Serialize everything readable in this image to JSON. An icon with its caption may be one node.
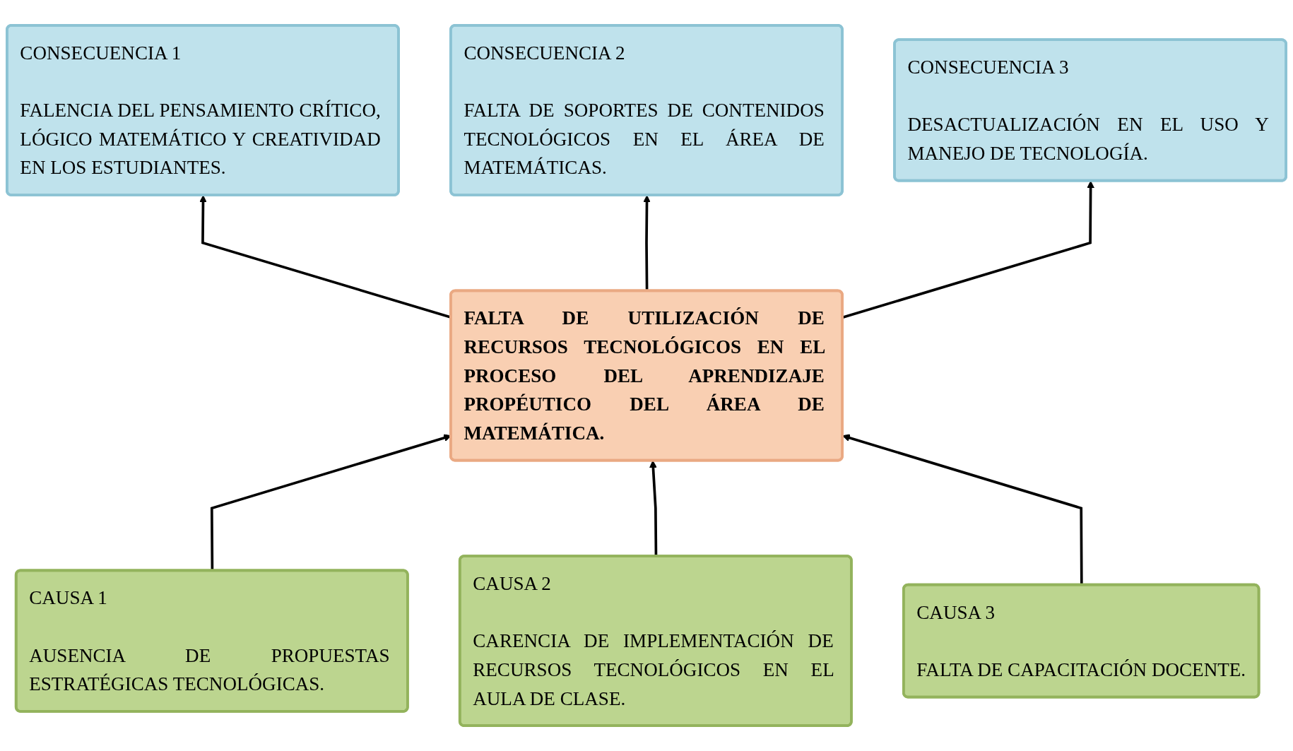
{
  "diagram": {
    "nodes": [
      {
        "text": [
          "CONSECUENCIA 1",
          "FALENCIA DEL PENSAMIENTO CRÍTICO, LÓGICO MATEMÁTICO Y CREATIVIDAD EN LOS ESTUDIANTES."
        ]
      },
      {
        "text": [
          "CONSECUENCIA 2",
          "FALTA DE SOPORTES DE CONTENIDOS TECNOLÓGICOS EN EL ÁREA DE MATEMÁTICAS."
        ]
      },
      {
        "text": [
          "CONSECUENCIA 3",
          "DESACTUALIZACIÓN EN EL USO Y MANEJO DE TECNOLOGÍA."
        ]
      },
      {
        "text": [
          "FALTA DE UTILIZACIÓN DE RECURSOS TECNOLÓGICOS EN EL PROCESO DEL APRENDIZAJE PROPÉUTICO DEL ÁREA DE MATEMÁTICA."
        ]
      },
      {
        "text": [
          "CAUSA 1",
          "AUSENCIA DE PROPUESTAS ESTRATÉGICAS TECNOLÓGICAS."
        ]
      },
      {
        "text": [
          "CAUSA 2",
          "CARENCIA DE IMPLEMENTACIÓN DE RECURSOS TECNOLÓGICOS EN EL AULA DE CLASE."
        ]
      },
      {
        "text": [
          "CAUSA 3",
          "FALTA DE CAPACITACIÓN DOCENTE."
        ]
      }
    ],
    "edges": [
      {
        "from": 3,
        "to": 0,
        "arrow": "to"
      },
      {
        "from": 3,
        "to": 1,
        "arrow": "to"
      },
      {
        "from": 3,
        "to": 2,
        "arrow": "to"
      },
      {
        "from": 4,
        "to": 3,
        "arrow": "to"
      },
      {
        "from": 5,
        "to": 3,
        "arrow": "to"
      },
      {
        "from": 6,
        "to": 3,
        "arrow": "to"
      }
    ]
  }
}
